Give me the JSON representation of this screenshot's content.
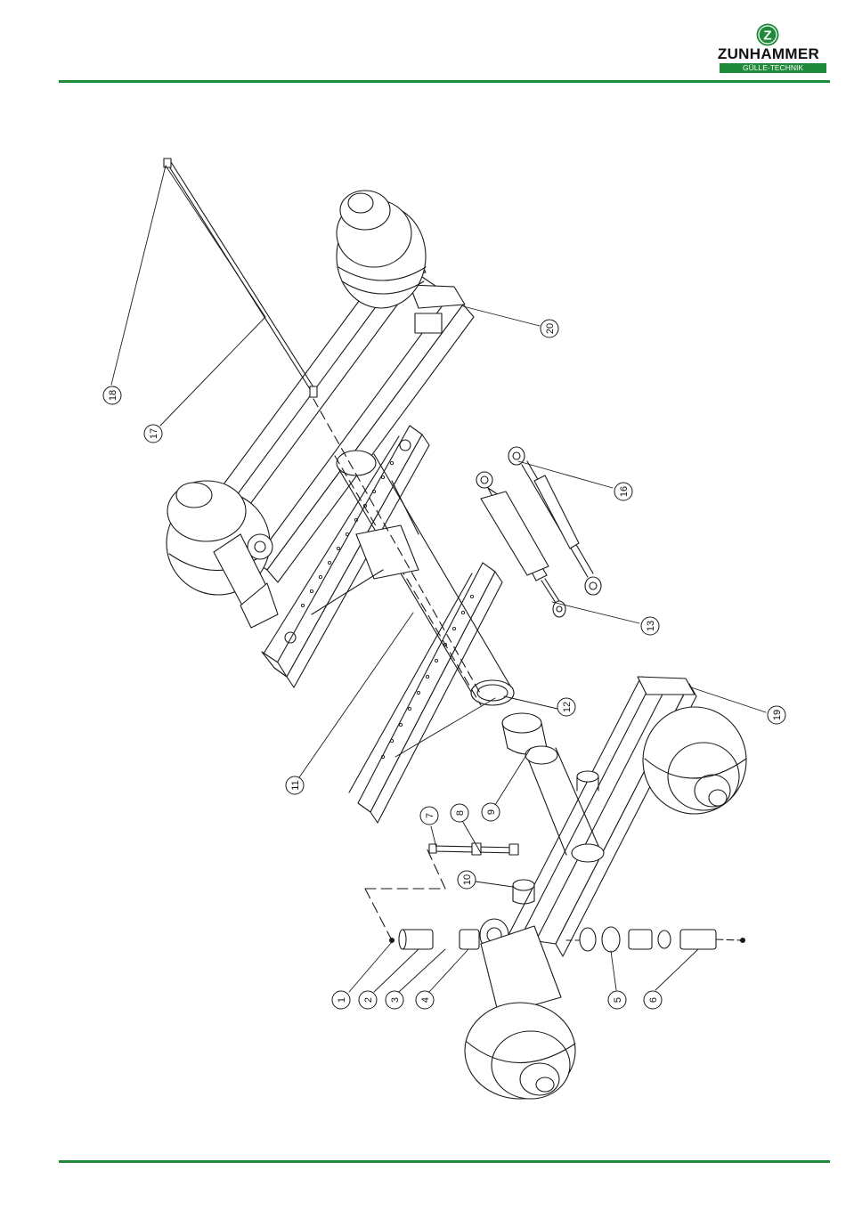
{
  "header": {
    "brand": "ZUNHAMMER",
    "subbrand": "GÜLLE-TECHNIK",
    "logo_mark": "Z"
  },
  "colors": {
    "accent_green": "#1f8a3a",
    "line": "#1a1a1a"
  },
  "callouts": [
    {
      "label": "1"
    },
    {
      "label": "2"
    },
    {
      "label": "3"
    },
    {
      "label": "4"
    },
    {
      "label": "5"
    },
    {
      "label": "6"
    },
    {
      "label": "7"
    },
    {
      "label": "8"
    },
    {
      "label": "9"
    },
    {
      "label": "10"
    },
    {
      "label": "11"
    },
    {
      "label": "12"
    },
    {
      "label": "13"
    },
    {
      "label": "16"
    },
    {
      "label": "17"
    },
    {
      "label": "18"
    },
    {
      "label": "19"
    },
    {
      "label": "20"
    }
  ]
}
